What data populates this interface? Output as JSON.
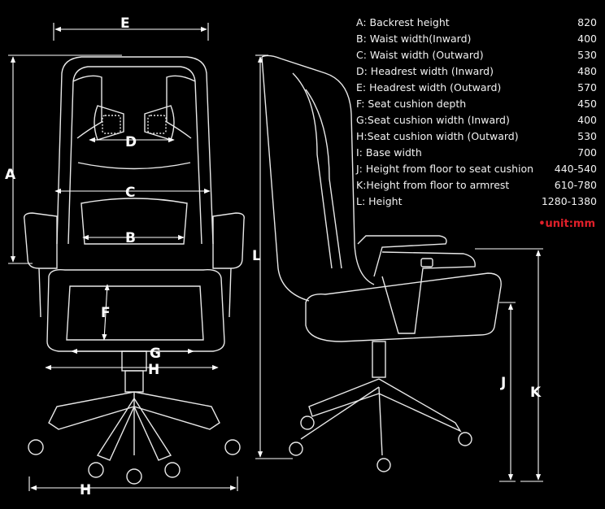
{
  "specs": [
    {
      "label": "A: Backrest height",
      "value": "820"
    },
    {
      "label": "B: Waist width(Inward)",
      "value": "400"
    },
    {
      "label": "C: Waist width (Outward)",
      "value": "530"
    },
    {
      "label": "D: Headrest width (Inward)",
      "value": "480"
    },
    {
      "label": "E: Headrest width (Outward)",
      "value": "570"
    },
    {
      "label": "F: Seat cushion depth",
      "value": "450"
    },
    {
      "label": "G:Seat cushion width (Inward)",
      "value": "400"
    },
    {
      "label": "H:Seat cushion width (Outward)",
      "value": "530"
    },
    {
      "label": "I: Base width",
      "value": "700"
    },
    {
      "label": "J: Height from floor to seat cushion",
      "value": "440-540"
    },
    {
      "label": "K:Height from floor to armrest",
      "value": "610-780"
    },
    {
      "label": "L: Height",
      "value": "1280-1380"
    }
  ],
  "unit_note": "•unit:mm",
  "dimension_labels": {
    "A": "A",
    "B": "B",
    "C": "C",
    "D": "D",
    "E": "E",
    "F": "F",
    "G": "G",
    "H_seat": "H",
    "H_base": "H",
    "J": "J",
    "K": "K",
    "L": "L"
  },
  "colors": {
    "background": "#000000",
    "line": "#ffffff",
    "accent": "#e0202a"
  }
}
